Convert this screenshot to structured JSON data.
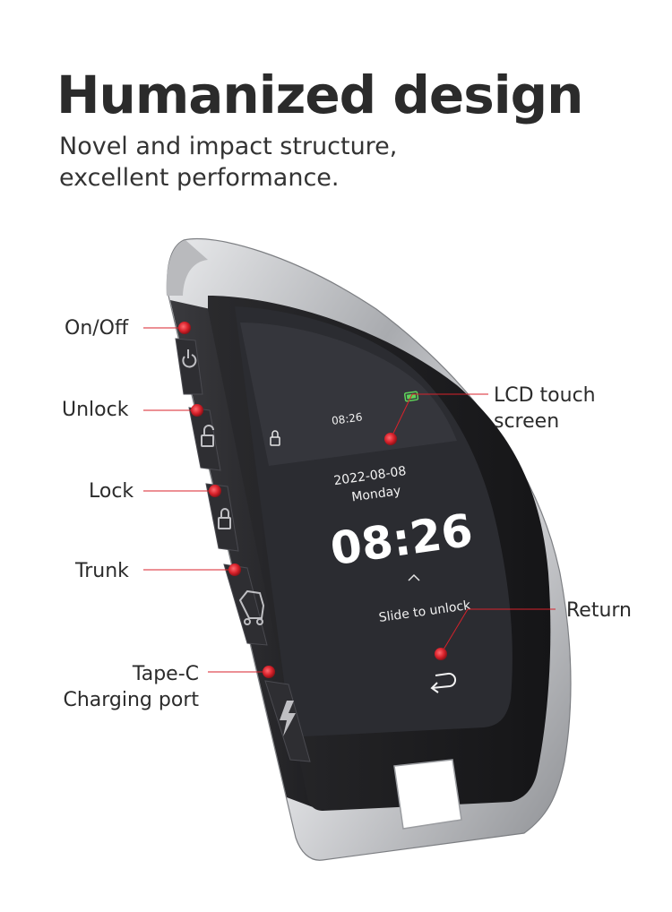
{
  "headline": "Humanized design",
  "subline": [
    "Novel and impact structure,",
    "excellent performance."
  ],
  "callouts": {
    "on_off": "On/Off",
    "unlock": "Unlock",
    "lock": "Lock",
    "trunk": "Trunk",
    "charging": [
      "Tape-C",
      "Charging port"
    ],
    "lcd": [
      "LCD touch",
      "screen"
    ],
    "return": "Return"
  },
  "screen": {
    "small_time": "08:26",
    "date": "2022-08-08",
    "weekday": "Monday",
    "big_time": "08:26",
    "slide_hint": "Slide to unlock"
  },
  "colors": {
    "accent": "#d8222b",
    "screen_bg": "#2b2c31",
    "body_dark": "#1c1c1e",
    "chrome": "#c8c9cc",
    "battery": "#5fd35a"
  },
  "icons": {
    "power": "power-icon",
    "unlock": "unlock-icon",
    "lock": "lock-icon",
    "trunk": "car-trunk-icon",
    "lightning": "lightning-icon",
    "return": "return-arrow-icon",
    "battery": "battery-icon",
    "padlock": "padlock-status-icon"
  }
}
